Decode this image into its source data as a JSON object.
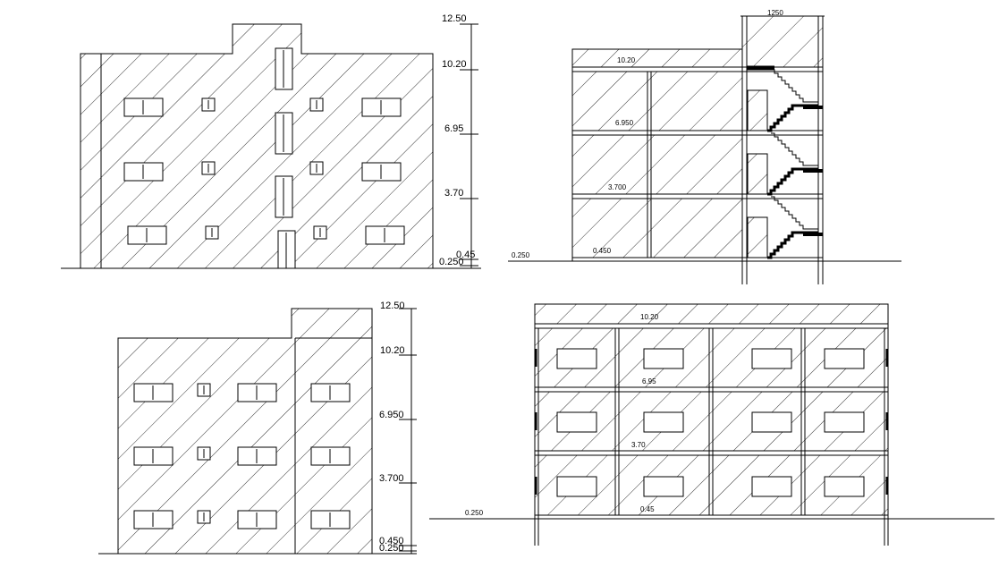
{
  "drawing": {
    "front_elevation": {
      "levels": [
        "12.50",
        "10.20",
        "6.95",
        "3.70",
        "0.45",
        "0.250"
      ]
    },
    "section": {
      "top_label": "1250",
      "floor_labels": [
        "10.20",
        "6.950",
        "3.700",
        "0.450"
      ],
      "ground_label": "0.250"
    },
    "side_elevation": {
      "levels": [
        "12.50",
        "10.20",
        "6.950",
        "3.700",
        "0.450",
        "0.250"
      ]
    },
    "rear_elevation": {
      "floor_labels": [
        "10.20",
        "6.95",
        "3.70",
        "0.45"
      ],
      "ground_label": "0.250"
    }
  }
}
